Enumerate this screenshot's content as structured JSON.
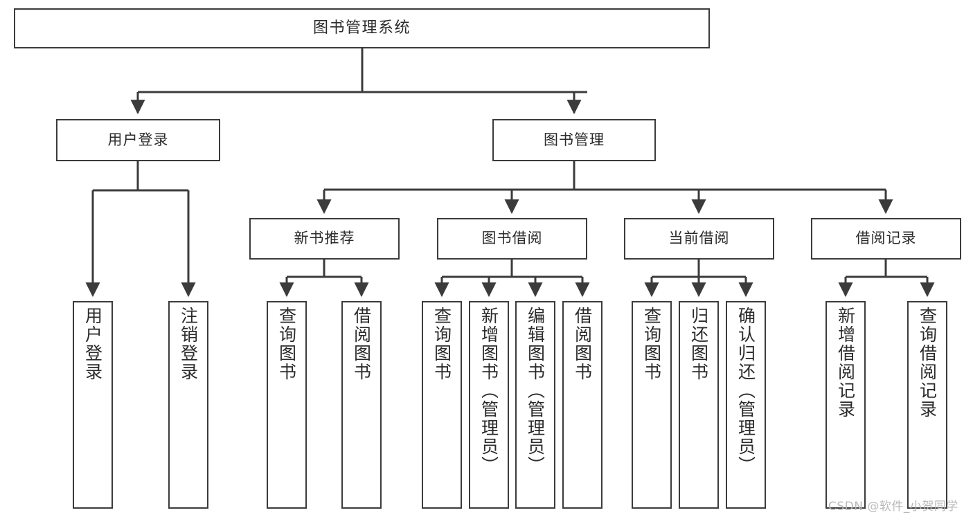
{
  "diagram": {
    "title": "图书管理系统",
    "watermark": "CSDN @软件_小贺同学",
    "colors": {
      "stroke": "#3b3b3b",
      "text": "#2b2b2b",
      "background": "#ffffff",
      "watermark": "#b9b9b9"
    }
  },
  "nodes": {
    "root": {
      "label": "图书管理系统"
    },
    "level1": [
      {
        "label": "用户登录"
      },
      {
        "label": "图书管理"
      }
    ],
    "level2": [
      {
        "label": "新书推荐"
      },
      {
        "label": "图书借阅"
      },
      {
        "label": "当前借阅"
      },
      {
        "label": "借阅记录"
      }
    ],
    "leaves": {
      "user_login": [
        {
          "label": "用户登录"
        },
        {
          "label": "注销登录"
        }
      ],
      "new_book": [
        {
          "label": "查询图书"
        },
        {
          "label": "借阅图书"
        }
      ],
      "borrow_book": [
        {
          "label": "查询图书"
        },
        {
          "label": "新增图书（管理员）"
        },
        {
          "label": "编辑图书（管理员）"
        },
        {
          "label": "借阅图书"
        }
      ],
      "current_borrow": [
        {
          "label": "查询图书"
        },
        {
          "label": "归还图书"
        },
        {
          "label": "确认归还（管理员）"
        }
      ],
      "borrow_record": [
        {
          "label": "新增借阅记录"
        },
        {
          "label": "查询借阅记录"
        }
      ]
    }
  }
}
